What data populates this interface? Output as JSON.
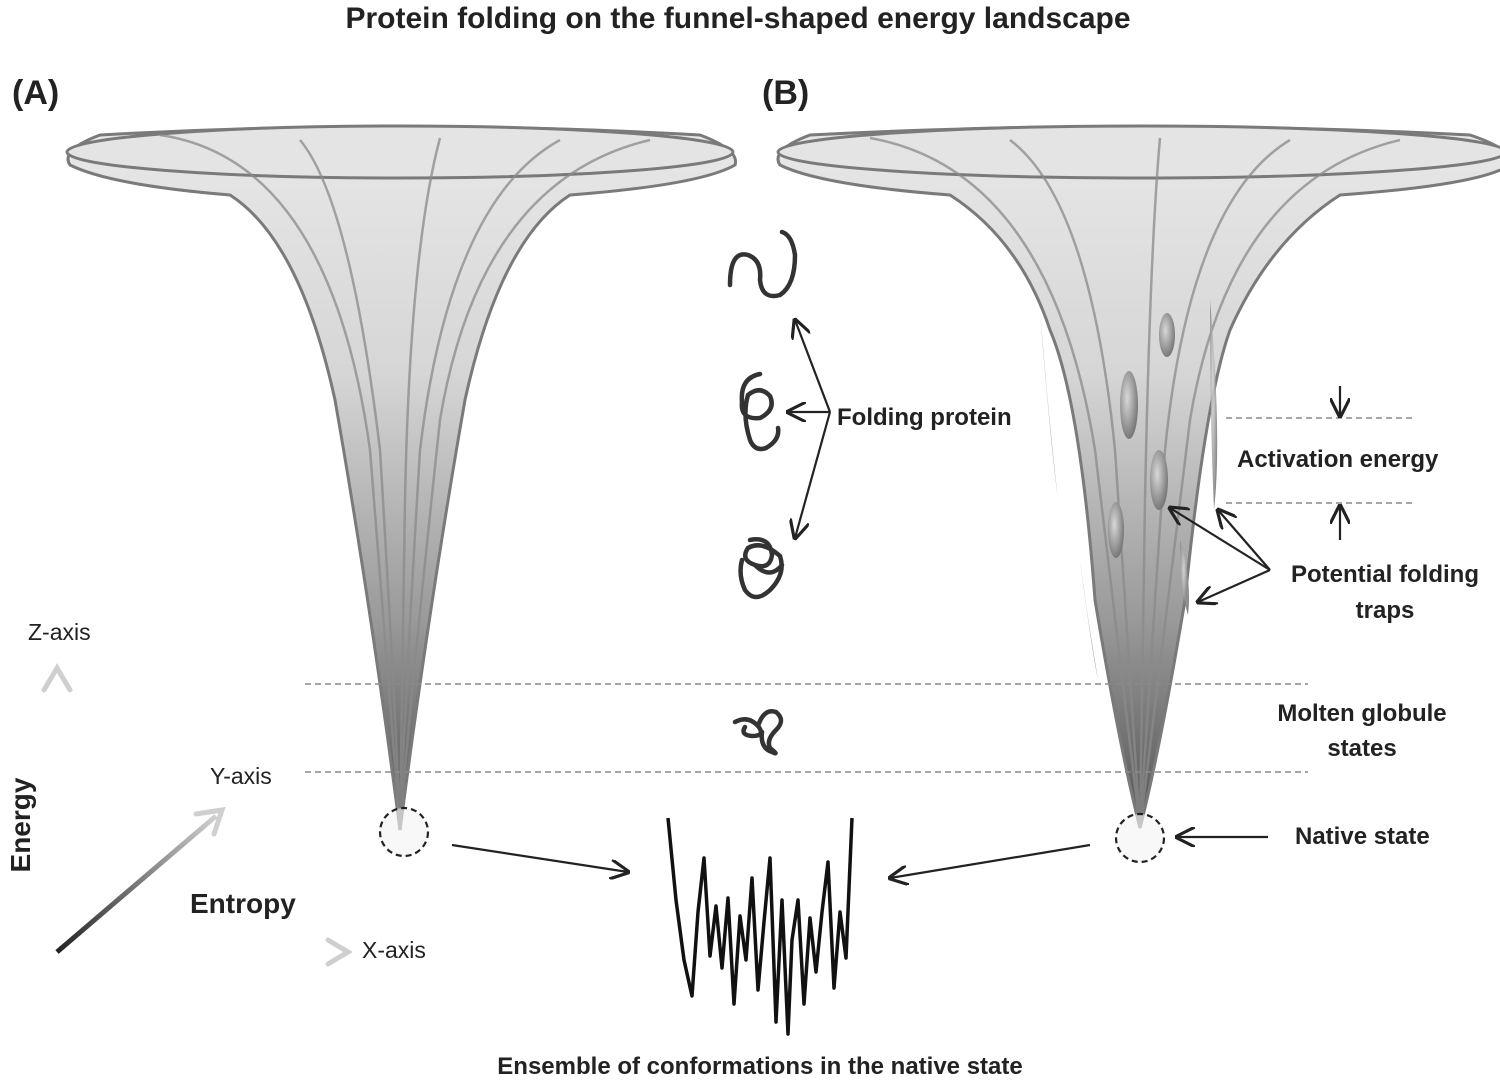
{
  "title": "Protein folding on the funnel-shaped energy landscape",
  "panels": {
    "a": "(A)",
    "b": "(B)"
  },
  "labels": {
    "folding_protein": "Folding protein",
    "activation_energy": "Activation energy",
    "potential_traps_line1": "Potential folding",
    "potential_traps_line2": "traps",
    "molten_line1": "Molten globule",
    "molten_line2": "states",
    "native_state": "Native state",
    "ensemble": "Ensemble of conformations in the native state"
  },
  "axes": {
    "z": "Z-axis",
    "y": "Y-axis",
    "x": "X-axis",
    "energy": "Energy",
    "entropy": "Entropy"
  },
  "colors": {
    "funnel_top": "#e6e6e6",
    "funnel_bottom": "#555555",
    "outline": "#7a7a7a",
    "ink": "#222222"
  }
}
